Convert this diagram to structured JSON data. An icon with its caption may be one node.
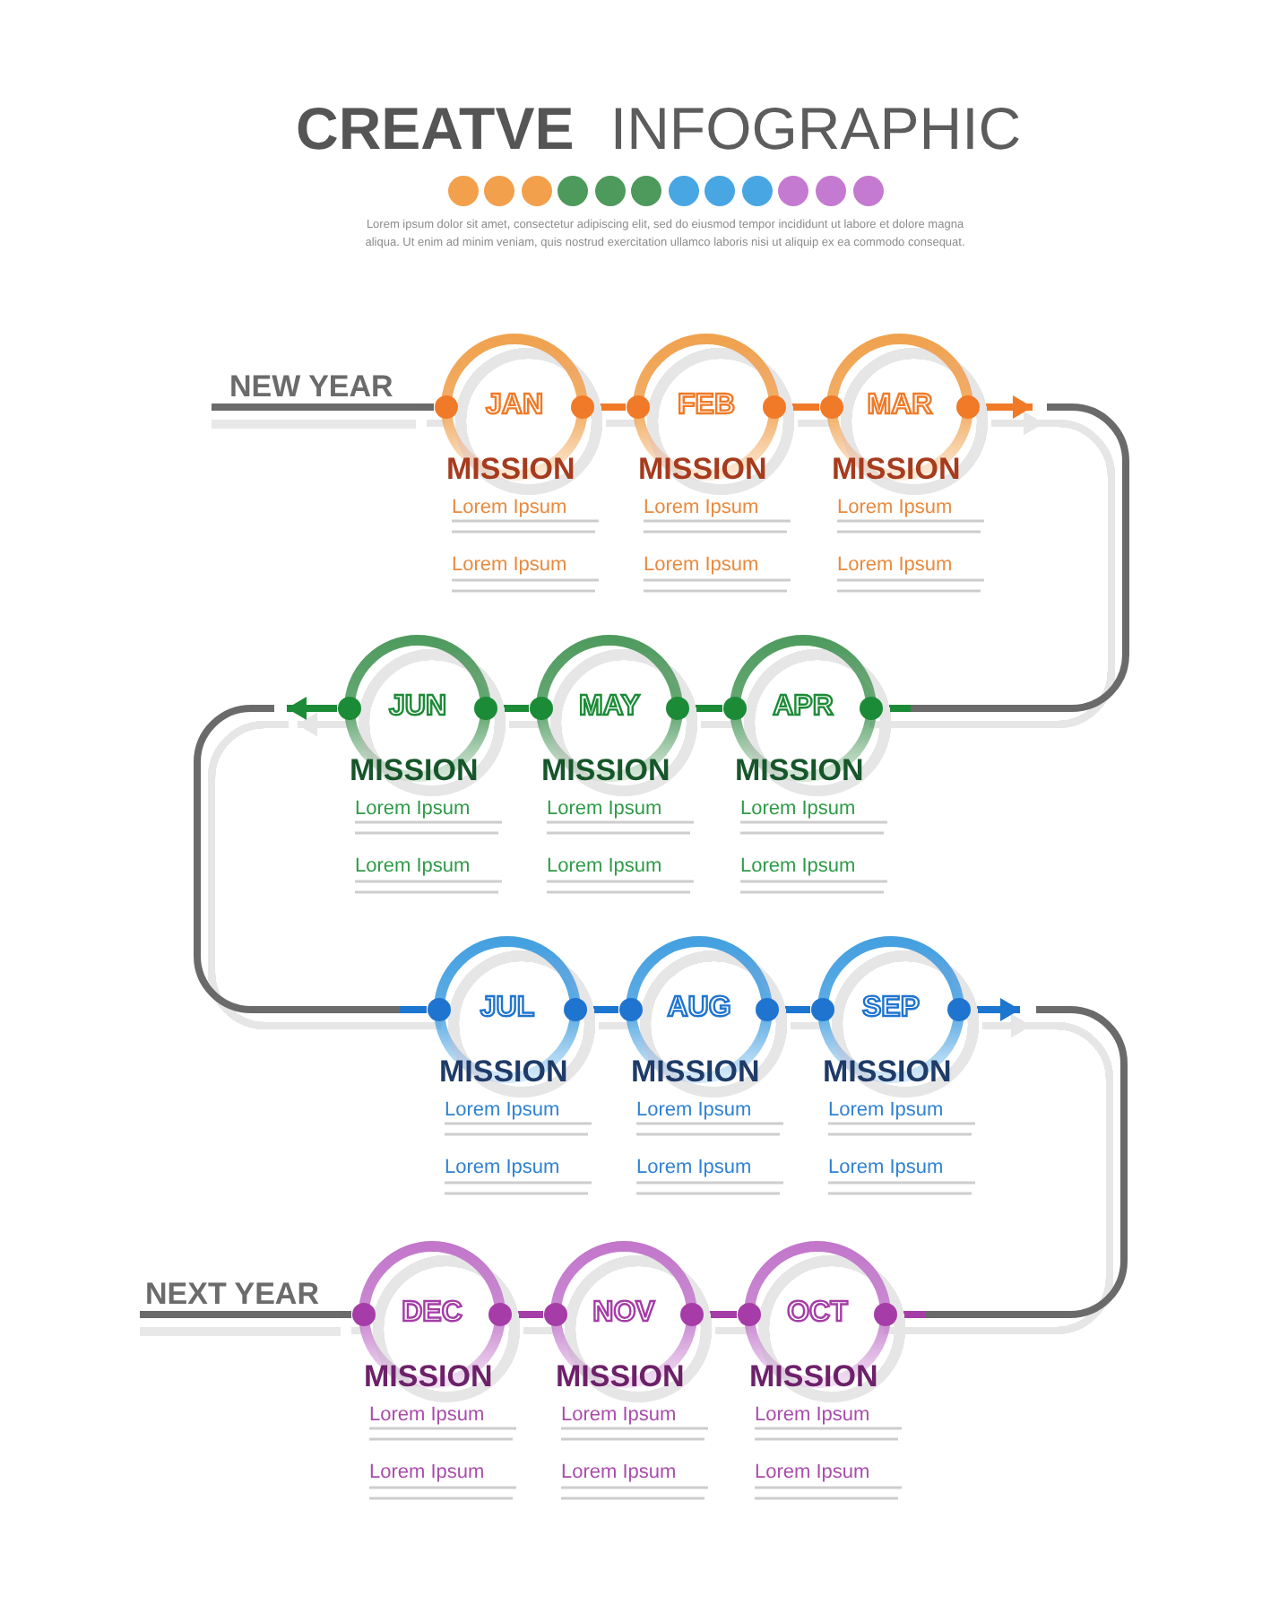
{
  "diagram": {
    "title": "**CREATVE** INFOGRAPHIC",
    "nodes": [
      {
        "text": [
          "NEW YEAR"
        ]
      },
      {
        "text": [
          "JAN",
          "MISSION"
        ],
        "beside": [
          "Lorem Ipsum",
          "Lorem Ipsum"
        ]
      },
      {
        "text": [
          "FEB",
          "MISSION"
        ],
        "beside": [
          "Lorem Ipsum",
          "Lorem Ipsum"
        ]
      },
      {
        "text": [
          "MAR",
          "MISSION"
        ],
        "beside": [
          "Lorem Ipsum",
          "Lorem Ipsum"
        ]
      },
      {
        "text": [
          "JUN",
          "MISSION"
        ],
        "beside": [
          "Lorem Ipsum",
          "Lorem Ipsum"
        ]
      },
      {
        "text": [
          "MAY",
          "MISSION"
        ],
        "beside": [
          "Lorem Ipsum",
          "Lorem Ipsum"
        ]
      },
      {
        "text": [
          "APR",
          "MISSION"
        ],
        "beside": [
          "Lorem Ipsum",
          "Lorem Ipsum"
        ]
      },
      {
        "text": [
          "JUL",
          "MISSION"
        ],
        "beside": [
          "Lorem Ipsum",
          "Lorem Ipsum"
        ]
      },
      {
        "text": [
          "AUG",
          "MISSION"
        ],
        "beside": [
          "Lorem Ipsum",
          "Lorem Ipsum"
        ]
      },
      {
        "text": [
          "SEP",
          "MISSION"
        ],
        "beside": [
          "Lorem Ipsum",
          "Lorem Ipsum"
        ]
      },
      {
        "text": [
          "NEXT YEAR"
        ]
      },
      {
        "text": [
          "DEC",
          "MISSION"
        ],
        "beside": [
          "Lorem Ipsum",
          "Lorem Ipsum"
        ]
      },
      {
        "text": [
          "NOV",
          "MISSION"
        ],
        "beside": [
          "Lorem Ipsum",
          "Lorem Ipsum"
        ]
      },
      {
        "text": [
          "OCT",
          "MISSION"
        ],
        "beside": [
          "Lorem Ipsum",
          "Lorem Ipsum"
        ]
      }
    ],
    "edges": [
      {
        "from": 0,
        "to": 1,
        "arrow": "none",
        "color": "#6b6b6b"
      },
      {
        "from": 1,
        "to": 2,
        "arrow": "none",
        "color": "#f07a28"
      },
      {
        "from": 2,
        "to": 3,
        "arrow": "none",
        "color": "#f07a28"
      },
      {
        "from": 3,
        "to": null,
        "arrow": "to",
        "color": "#f07a28"
      },
      {
        "from": null,
        "to": 6,
        "arrow": "none",
        "color": "#6b6b6b"
      },
      {
        "from": 6,
        "to": 5,
        "arrow": "none",
        "color": "#1c8b37"
      },
      {
        "from": 5,
        "to": 4,
        "arrow": "none",
        "color": "#1c8b37"
      },
      {
        "from": 4,
        "to": null,
        "arrow": "to",
        "color": "#1c8b37"
      },
      {
        "from": null,
        "to": 7,
        "arrow": "none",
        "color": "#6b6b6b"
      },
      {
        "from": 7,
        "to": 8,
        "arrow": "none",
        "color": "#1f74cf"
      },
      {
        "from": 8,
        "to": 9,
        "arrow": "none",
        "color": "#1f74cf"
      },
      {
        "from": 9,
        "to": null,
        "arrow": "to",
        "color": "#1f74cf"
      },
      {
        "from": null,
        "to": 13,
        "arrow": "none",
        "color": "#6b6b6b"
      },
      {
        "from": 13,
        "to": 12,
        "arrow": "none",
        "color": "#a53ca7"
      },
      {
        "from": 12,
        "to": 11,
        "arrow": "none",
        "color": "#a53ca7"
      },
      {
        "from": 11,
        "to": 10,
        "arrow": "none",
        "color": "#6b6b6b"
      }
    ],
    "labels": [
      "Lorem ipsum dolor sit amet, consectetur adipiscing elit, sed do eiusmod tempor incididunt ut labore et dolore magna aliqua. Ut enim ad minim veniam, quis nostrud exercitation ullamco laboris nisi ut aliquip ex ea commodo consequat."
    ]
  }
}
